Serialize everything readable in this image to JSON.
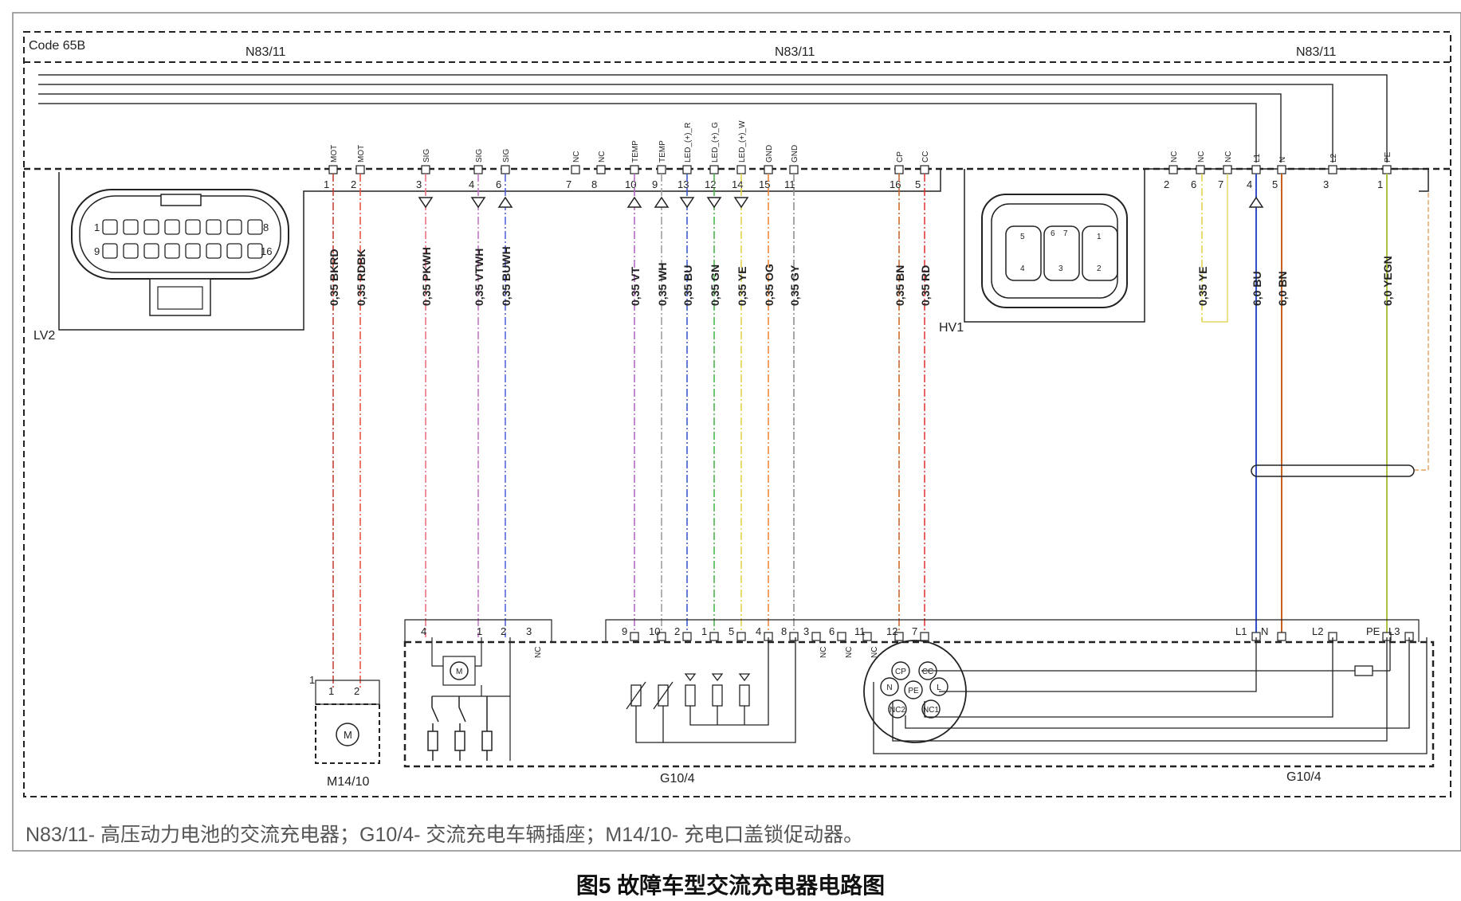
{
  "code_label": "Code 65B",
  "module_labels": [
    "N83/11",
    "N83/11",
    "N83/11"
  ],
  "connector_lv2": "LV2",
  "connector_hv1": "HV1",
  "lv2_pin_numbers": [
    "1",
    "8",
    "9",
    "16"
  ],
  "hv1_pin_numbers": [
    "5",
    "6",
    "7",
    "1",
    "4",
    "3",
    "2"
  ],
  "top_pins": [
    {
      "pin": "1",
      "signal": "MOT"
    },
    {
      "pin": "2",
      "signal": "MOT"
    },
    {
      "pin": "3",
      "signal": "SIG"
    },
    {
      "pin": "4",
      "signal": "SIG"
    },
    {
      "pin": "6",
      "signal": "SIG"
    },
    {
      "pin": "7",
      "signal": "NC"
    },
    {
      "pin": "8",
      "signal": "NC"
    },
    {
      "pin": "10",
      "signal": "TEMP"
    },
    {
      "pin": "9",
      "signal": "TEMP"
    },
    {
      "pin": "13",
      "signal": "LED_(+)_R"
    },
    {
      "pin": "12",
      "signal": "LED_(+)_G"
    },
    {
      "pin": "14",
      "signal": "LED_(+)_W"
    },
    {
      "pin": "15",
      "signal": "GND"
    },
    {
      "pin": "11",
      "signal": "GND"
    },
    {
      "pin": "16",
      "signal": "CP"
    },
    {
      "pin": "5",
      "signal": "CC"
    },
    {
      "pin": "2",
      "signal": "NC"
    },
    {
      "pin": "6",
      "signal": "NC"
    },
    {
      "pin": "7",
      "signal": "NC"
    },
    {
      "pin": "4",
      "signal": "L1"
    },
    {
      "pin": "5",
      "signal": "N"
    },
    {
      "pin": "3",
      "signal": "L2"
    },
    {
      "pin": "1",
      "signal": "PE"
    }
  ],
  "wires": [
    {
      "label": "0,35 BKRD",
      "color": "#c0392b"
    },
    {
      "label": "0,35 RDBK",
      "color": "#e74c3c"
    },
    {
      "label": "0,35 PKWH",
      "color": "#e86a7a"
    },
    {
      "label": "0,35 VTWH",
      "color": "#c070c0"
    },
    {
      "label": "0,35 BUWH",
      "color": "#4a5bd8"
    },
    {
      "label": "0,35 VT",
      "color": "#b060c0"
    },
    {
      "label": "0,35 WH",
      "color": "#999999"
    },
    {
      "label": "0,35 BU",
      "color": "#3050c8"
    },
    {
      "label": "0,35 GN",
      "color": "#40b040"
    },
    {
      "label": "0,35 YE",
      "color": "#e0d040"
    },
    {
      "label": "0,35 OG",
      "color": "#f08030"
    },
    {
      "label": "0,35 GY",
      "color": "#888888"
    },
    {
      "label": "0,35 BN",
      "color": "#c86020"
    },
    {
      "label": "0,35 RD",
      "color": "#e03030"
    },
    {
      "label": "0,35 YE",
      "color": "#e0d040"
    },
    {
      "label": "6,0 BU",
      "color": "#3050c8"
    },
    {
      "label": "6,0 BN",
      "color": "#c86020"
    },
    {
      "label": "6,0 YEGN",
      "color": "#b0c040"
    }
  ],
  "bottom_pins_m14": [
    "1",
    "1",
    "2"
  ],
  "bottom_pins_g10_left": [
    "4",
    "1",
    "2",
    "3"
  ],
  "bottom_pins_g10_mid": [
    "9",
    "10",
    "2",
    "1",
    "5",
    "4",
    "8",
    "3",
    "6",
    "11",
    "12",
    "7"
  ],
  "bottom_pins_g10_right": [
    "L1",
    "N",
    "L2",
    "PE",
    "L3"
  ],
  "nc_labels": [
    "NC",
    "NC",
    "NC",
    "NC"
  ],
  "socket_contacts": [
    "CP",
    "CC",
    "N",
    "PE",
    "L",
    "NC2",
    "NC1"
  ],
  "component_labels": {
    "m14": "M14/10",
    "g10_left": "G10/4",
    "g10_right": "G10/4"
  },
  "motor_symbol": "M",
  "legend": "N83/11- 高压动力电池的交流充电器；G10/4- 交流充电车辆插座；M14/10- 充电口盖锁促动器。",
  "figure_title": "图5 故障车型交流充电器电路图"
}
